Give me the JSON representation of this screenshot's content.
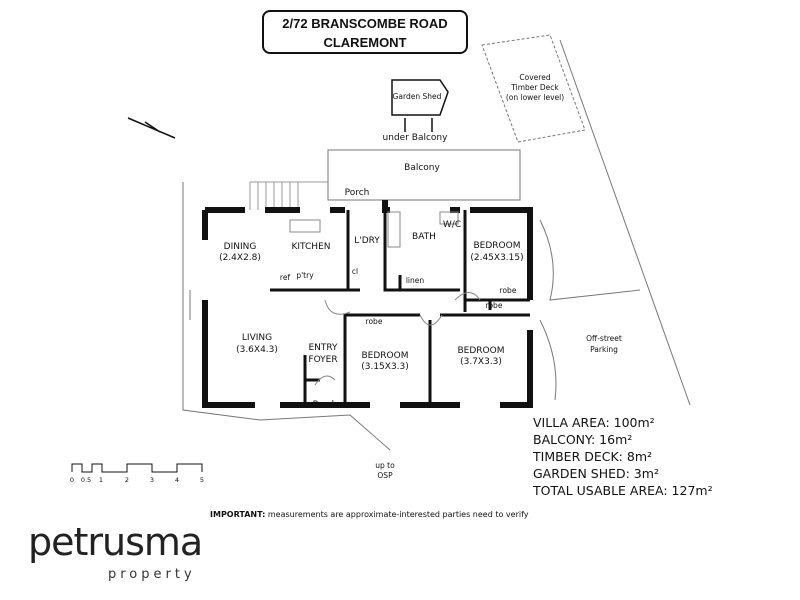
{
  "title": {
    "line1": "2/72 BRANSCOMBE ROAD",
    "line2": "CLAREMONT"
  },
  "outside": {
    "garden_shed": "Garden Shed",
    "under_balcony": "under Balcony",
    "balcony": "Balcony",
    "covered_deck": [
      "Covered",
      "Timber Deck",
      "(on lower level)"
    ],
    "porch_top": "Porch",
    "porch_bottom": "Porch",
    "off_street": [
      "Off-street",
      "Parking"
    ],
    "up_to": [
      "up to",
      "OSP"
    ]
  },
  "rooms": {
    "dining": {
      "name": "DINING",
      "size": "(2.4X2.8)"
    },
    "kitchen": "KITCHEN",
    "laundry": "L'DRY",
    "bath": "BATH",
    "wc": "W/C",
    "bedroom1": {
      "name": "BEDROOM",
      "size": "(2.45X3.15)"
    },
    "ref": "ref",
    "pantry": "p'try",
    "cl": "cl",
    "linen": "linen",
    "robe": "robe",
    "living": {
      "name": "LIVING",
      "size": "(3.6X4.3)"
    },
    "entry": [
      "ENTRY",
      "FOYER"
    ],
    "bedroom2": {
      "name": "BEDROOM",
      "size": "(3.15X3.3)"
    },
    "bedroom3": {
      "name": "BEDROOM",
      "size": "(3.7X3.3)"
    }
  },
  "areas": [
    "VILLA AREA: 100m²",
    "BALCONY: 16m²",
    "TIMBER DECK: 8m²",
    "GARDEN SHED: 3m²",
    "TOTAL USABLE AREA: 127m²"
  ],
  "scale_labels": [
    "0",
    "0.5",
    "1",
    "2",
    "3",
    "4",
    "5"
  ],
  "important": {
    "bold": "IMPORTANT:",
    "text": " measurements are approximate-interested parties need to verify"
  },
  "logo": {
    "name": "petrusma",
    "sub": "property"
  }
}
